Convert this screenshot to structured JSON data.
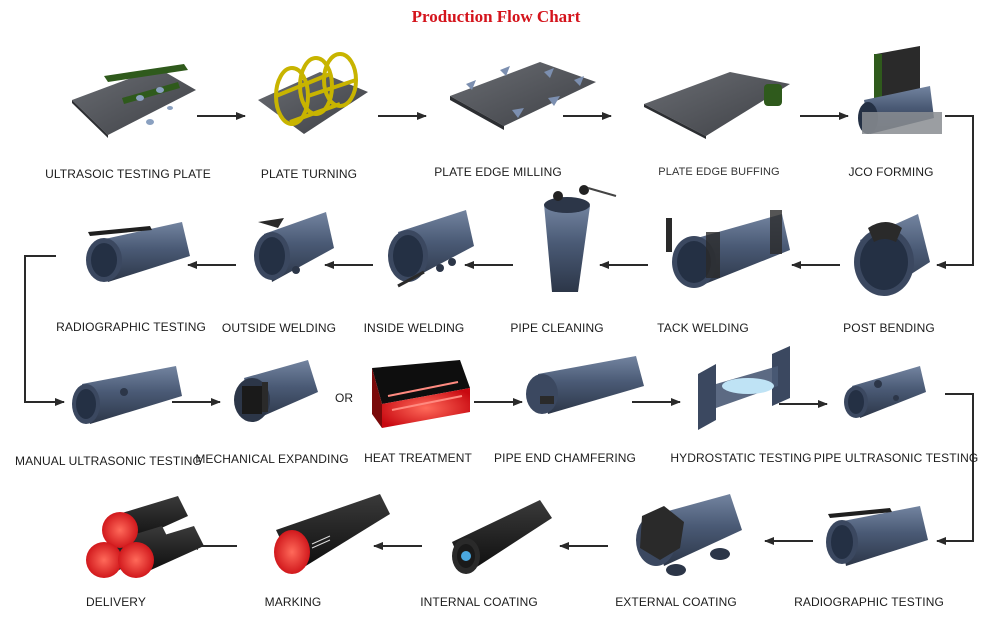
{
  "title": "Production Flow Chart",
  "or_label": "OR",
  "steps": [
    {
      "label": "ULTRASOIC TESTING PLATE"
    },
    {
      "label": "PLATE TURNING"
    },
    {
      "label": "PLATE EDGE MILLING"
    },
    {
      "label": "PLATE EDGE BUFFING"
    },
    {
      "label": "JCO FORMING"
    },
    {
      "label": "POST BENDING"
    },
    {
      "label": "TACK WELDING"
    },
    {
      "label": "PIPE CLEANING"
    },
    {
      "label": "INSIDE WELDING"
    },
    {
      "label": "OUTSIDE WELDING"
    },
    {
      "label": "RADIOGRAPHIC TESTING"
    },
    {
      "label": "MANUAL ULTRASONIC TESTING"
    },
    {
      "label": "MECHANICAL EXPANDING"
    },
    {
      "label": "HEAT TREATMENT"
    },
    {
      "label": "PIPE END CHAMFERING"
    },
    {
      "label": "HYDROSTATIC TESTING"
    },
    {
      "label": "PIPE ULTRASONIC TESTING"
    },
    {
      "label": "RADIOGRAPHIC TESTING"
    },
    {
      "label": "EXTERNAL COATING"
    },
    {
      "label": "INTERNAL COATING"
    },
    {
      "label": "MARKING"
    },
    {
      "label": "DELIVERY"
    }
  ],
  "colors": {
    "title": "#d4141c",
    "pipe": "#4a5a75",
    "plate": "#55585e",
    "arrow": "#2a2a2a",
    "red_hot": "#e8141c",
    "tool_green": "#2f5a1c",
    "tool_yellow": "#c8b400",
    "water": "#bfe3f5"
  }
}
